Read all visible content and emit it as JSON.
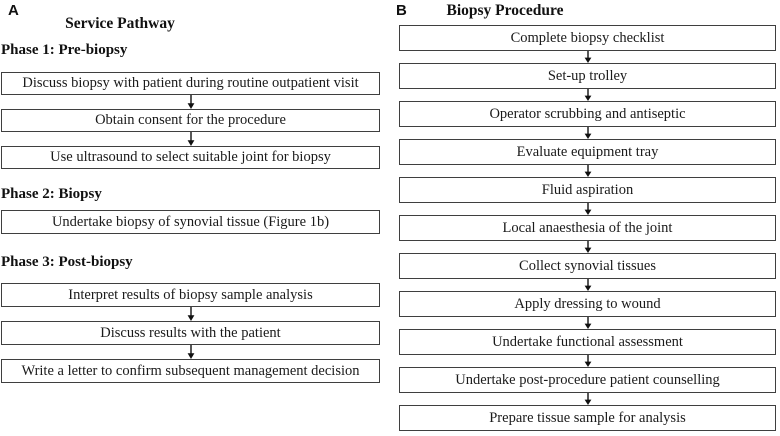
{
  "figure": {
    "panel_a": {
      "label": "A",
      "title": "Service Pathway",
      "phases": [
        {
          "heading": "Phase 1: Pre-biopsy",
          "steps": [
            "Discuss biopsy with patient during routine outpatient visit",
            "Obtain consent for the procedure",
            "Use ultrasound to select suitable joint for biopsy"
          ]
        },
        {
          "heading": "Phase 2: Biopsy",
          "steps": [
            "Undertake biopsy of synovial tissue (Figure 1b)"
          ]
        },
        {
          "heading": "Phase 3: Post-biopsy",
          "steps": [
            "Interpret results of biopsy sample analysis",
            "Discuss results with the patient",
            "Write a letter to confirm subsequent management decision"
          ]
        }
      ]
    },
    "panel_b": {
      "label": "B",
      "title": "Biopsy Procedure",
      "steps": [
        "Complete biopsy checklist",
        "Set-up trolley",
        "Operator scrubbing and antiseptic",
        "Evaluate equipment tray",
        "Fluid aspiration",
        "Local anaesthesia of the joint",
        "Collect synovial tissues",
        "Apply dressing to wound",
        "Undertake functional assessment",
        "Undertake post-procedure patient counselling",
        "Prepare tissue sample for analysis"
      ]
    },
    "colors": {
      "background": "#ffffff",
      "box_border": "#3f3f3f",
      "text": "#1a1a1a"
    }
  }
}
